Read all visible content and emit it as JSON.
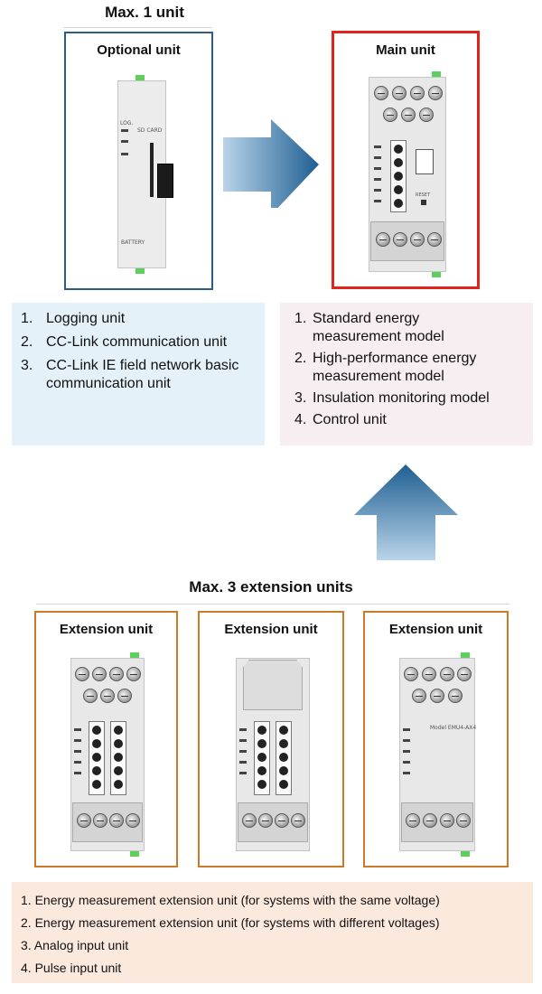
{
  "top_heading": "Max. 1 unit",
  "optional_unit": {
    "title": "Optional unit",
    "labels": {
      "log": "LOG.",
      "sd_card": "SD CARD",
      "battery": "BATTERY"
    }
  },
  "main_unit": {
    "title": "Main unit",
    "labels": {
      "reset": "RESET"
    }
  },
  "optional_list": [
    {
      "num": "1.",
      "text": "Logging unit"
    },
    {
      "num": "2.",
      "text": "CC-Link communication unit"
    },
    {
      "num": "3.",
      "text": "CC-Link IE field network basic communication unit"
    }
  ],
  "main_list": [
    {
      "num": "1.",
      "text": "Standard energy measurement model"
    },
    {
      "num": "2.",
      "text": "High-performance energy measurement model"
    },
    {
      "num": "3.",
      "text": "Insulation monitoring model"
    },
    {
      "num": "4.",
      "text": "Control unit"
    }
  ],
  "ext_heading": "Max. 3 extension units",
  "extension_units": [
    {
      "title": "Extension unit"
    },
    {
      "title": "Extension unit"
    },
    {
      "title": "Extension unit",
      "model_label": "Model EMU4-AX4"
    }
  ],
  "ext_list": [
    {
      "text": "1. Energy measurement extension unit (for systems with the same voltage)"
    },
    {
      "text": "2. Energy measurement extension unit (for systems with different voltages)"
    },
    {
      "text": "3. Analog input unit"
    },
    {
      "text": "4. Pulse input unit"
    }
  ],
  "colors": {
    "optional_frame": "#2e5c8a",
    "main_frame": "#e2231a",
    "extension_frame": "#cc7a26",
    "blue_box": "#e4f1f9",
    "pink_box": "#f7eef1",
    "peach_box": "#fbe9de",
    "arrow_dark": "#1f5f91",
    "arrow_light": "#b9d4ea"
  }
}
